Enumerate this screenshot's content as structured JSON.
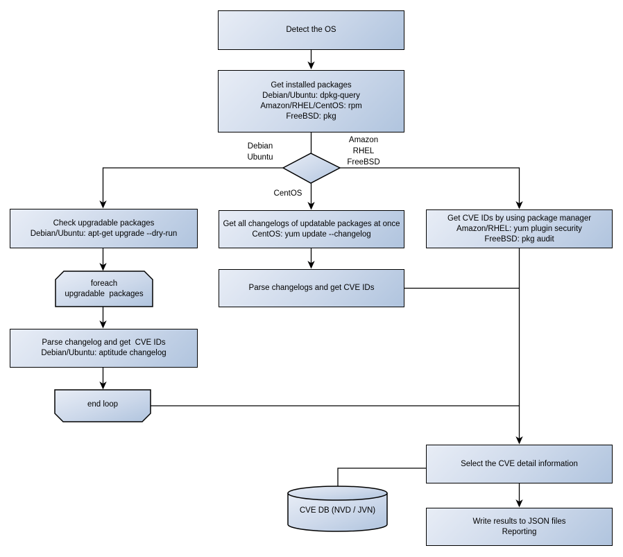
{
  "nodes": {
    "detect_os": {
      "lines": [
        "Detect the OS"
      ]
    },
    "get_installed_packages": {
      "lines": [
        "Get installed packages",
        "Debian/Ubuntu: dpkg-query",
        "Amazon/RHEL/CentOS: rpm",
        "FreeBSD: pkg"
      ]
    },
    "check_upgradable_packages": {
      "lines": [
        "Check upgradable packages",
        "Debian/Ubuntu: apt-get upgrade --dry-run"
      ]
    },
    "foreach_upgradable": {
      "lines": [
        "foreach",
        "upgradable  packages"
      ]
    },
    "parse_changelog_debian": {
      "lines": [
        "Parse changelog and get  CVE IDs",
        "Debian/Ubuntu: aptitude changelog"
      ]
    },
    "end_loop": {
      "lines": [
        "end loop"
      ]
    },
    "get_all_changelogs": {
      "lines": [
        "Get all changelogs of updatable packages at once",
        "CentOS: yum update --changelog"
      ]
    },
    "parse_changelogs_centos": {
      "lines": [
        "Parse changelogs and get CVE IDs"
      ]
    },
    "get_cve_ids_pkg_manager": {
      "lines": [
        "Get CVE IDs by using package manager",
        "Amazon/RHEL: yum plugin security",
        "FreeBSD: pkg audit"
      ]
    },
    "select_cve_detail": {
      "lines": [
        "Select the CVE detail information"
      ]
    },
    "cve_db": {
      "lines": [
        "CVE DB (NVD / JVN)"
      ]
    },
    "write_results": {
      "lines": [
        "Write results to JSON files",
        "Reporting"
      ]
    }
  },
  "edge_labels": {
    "debian_ubuntu": {
      "lines": [
        "Debian",
        "Ubuntu"
      ]
    },
    "amazon_rhel_freebsd": {
      "lines": [
        "Amazon",
        "RHEL",
        "FreeBSD"
      ]
    },
    "centos": {
      "lines": [
        "CentOS"
      ]
    }
  },
  "colors": {
    "node_fill_light": "#e8edf6",
    "node_fill_mid": "#ccd8ea",
    "node_fill_dark": "#b0c4de",
    "node_border": "#000000",
    "connector_line": "#000000",
    "text": "#000000",
    "canvas_bg": "#ffffff"
  }
}
